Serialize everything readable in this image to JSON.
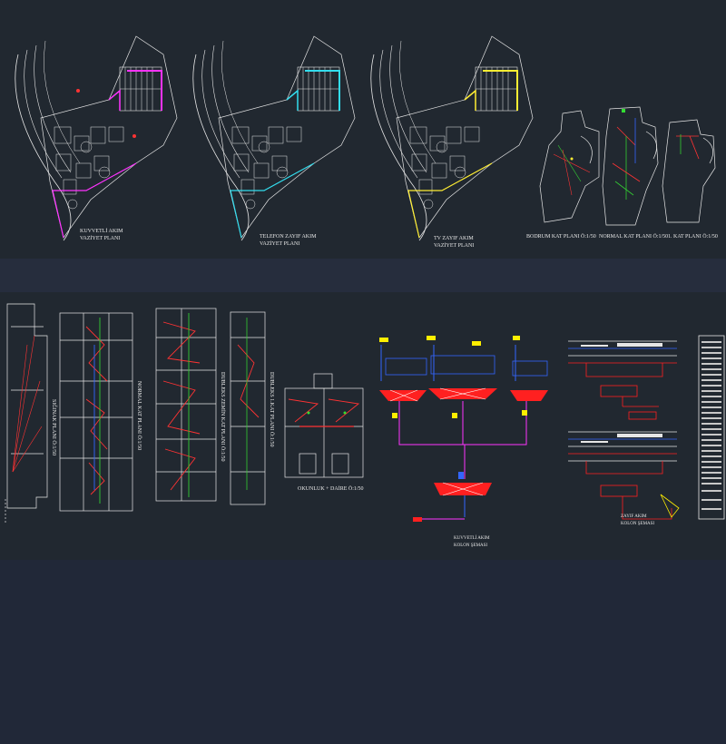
{
  "labels": {
    "plan_kuvvetli_1": "KUVVETLİ AKIM",
    "plan_kuvvetli_2": "VAZİYET PLANI",
    "plan_telefon_1": "TELEFON ZAYIF AKIM",
    "plan_telefon_2": "VAZİYET PLANI",
    "plan_tv_1": "TV ZAYIF AKIM",
    "plan_tv_2": "VAZİYET PLANI",
    "bodrum": "BODRUM KAT PLANI Ö:1/50",
    "normal_top": "NORMAL KAT PLANI Ö:1/50",
    "kat1": "1. KAT PLANI Ö:1/50",
    "sigınak": "SIĞINAK PLANI Ö:1/50",
    "normal_mid": "NORMAL KAT PLANI Ö:1/50",
    "dubleks_zemin": "DUBLEKS ZEMİN KAT PLANI Ö:1/50",
    "dubleks_1": "DUBLEKS 1.KAT PLANI Ö:1/50",
    "oturma": "OKUNLUK + DAİRE Ö:1/50",
    "kuvvetli_kolon_1": "KUVVETLİ AKIM",
    "kuvvetli_kolon_2": "KOLON ŞEMASI",
    "zayif_kolon_1": "ZAYIF AKIM",
    "zayif_kolon_2": "KOLON ŞEMASI"
  },
  "colors": {
    "background": "#202634",
    "strip": "#212830",
    "kuvvetli_accent": "#ff33ff",
    "telefon_accent": "#33ddee",
    "tv_accent": "#ffee33",
    "schema_red": "#ff2020",
    "schema_blue": "#3366ff",
    "schema_yellow": "#ffee00",
    "line_white": "#e6e6e6"
  }
}
